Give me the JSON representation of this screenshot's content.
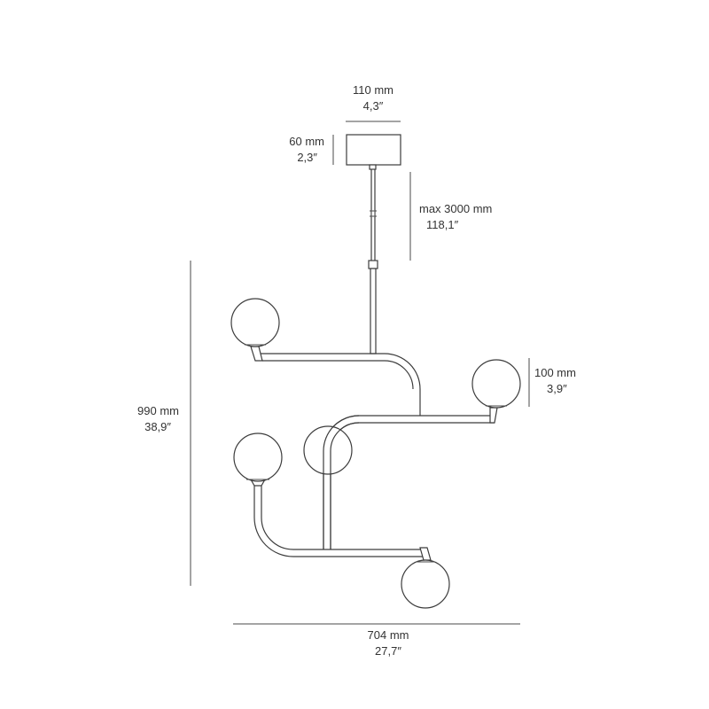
{
  "dimensions": {
    "canopy_width": {
      "metric": "110 mm",
      "imperial": "4,3″"
    },
    "canopy_height": {
      "metric": "60 mm",
      "imperial": "2,3″"
    },
    "cable_length": {
      "metric": "max 3000 mm",
      "imperial": "118,1″"
    },
    "fixture_height": {
      "metric": "990 mm",
      "imperial": "38,9″"
    },
    "globe_diameter": {
      "metric": "100 mm",
      "imperial": "3,9″"
    },
    "fixture_width": {
      "metric": "704 mm",
      "imperial": "27,7″"
    }
  },
  "colors": {
    "line": "#3c3c3c",
    "text": "#333333"
  }
}
